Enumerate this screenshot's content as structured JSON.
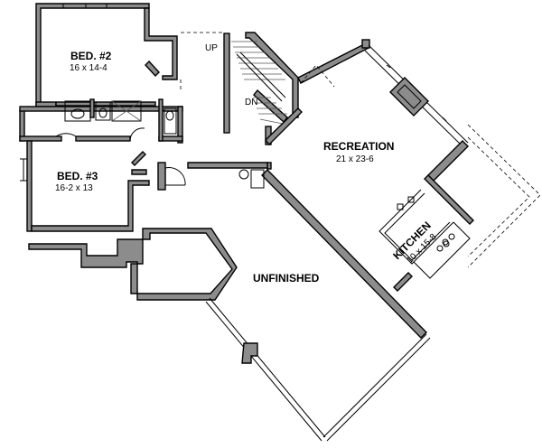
{
  "rooms": {
    "bed2": {
      "name": "BED. #2",
      "dims": "16 x 14-4"
    },
    "bed3": {
      "name": "BED. #3",
      "dims": "16-2 x 13"
    },
    "recreation": {
      "name": "RECREATION",
      "dims": "21 x 23-6"
    },
    "kitchen": {
      "name": "KITCHEN",
      "dims": "10 x 15-8"
    },
    "unfinished": {
      "name": "UNFINISHED"
    }
  },
  "stairs": {
    "up": "UP",
    "down": "DN"
  },
  "colors": {
    "wall_fill": "#8c8c8c",
    "line": "#000000",
    "background": "#ffffff"
  }
}
